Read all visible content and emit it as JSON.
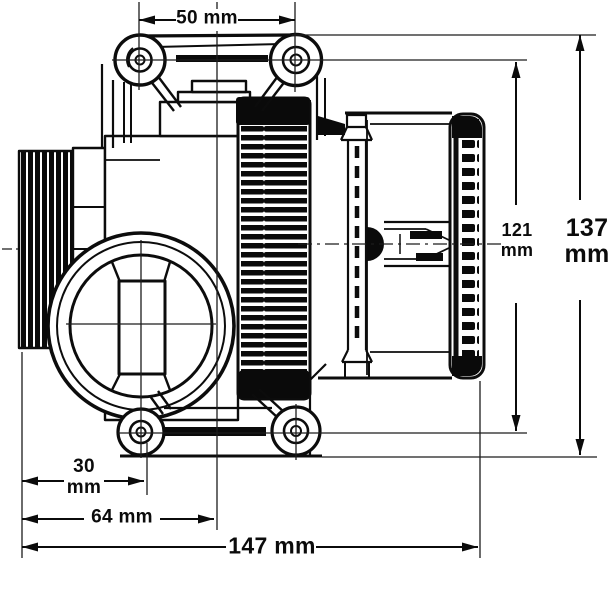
{
  "figure": {
    "type": "technical-dimension-drawing",
    "subject": "motorized valve side view with mounting bracket",
    "background_color": "#ffffff",
    "line_color": "#0c0c0c"
  },
  "dimensions": {
    "top_width": {
      "label": "50 mm"
    },
    "height_inner": {
      "line1": "121",
      "line2": "mm"
    },
    "height_overall": {
      "line1": "137",
      "line2": "mm"
    },
    "bottom_offset": {
      "line1": "30",
      "line2": "mm"
    },
    "bottom_mid": {
      "label": "64 mm"
    },
    "bottom_overall": {
      "label": "147 mm"
    }
  }
}
